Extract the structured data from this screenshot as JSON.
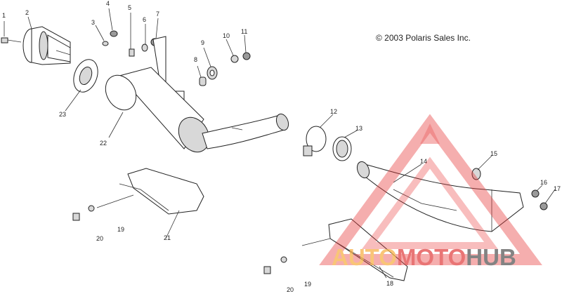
{
  "copyright": "© 2003 Polaris Sales Inc.",
  "watermark": {
    "part1": "AUTO",
    "part2": "MOTO",
    "part3": "HUB",
    "colors": {
      "auto": "#f7b24a",
      "moto": "#e24747",
      "hub": "#5a5a5a",
      "triangle": "#e83b3b"
    }
  },
  "callouts": {
    "c1": "1",
    "c2": "2",
    "c3": "3",
    "c4": "4",
    "c5": "5",
    "c6": "6",
    "c7": "7",
    "c8": "8",
    "c9": "9",
    "c10": "10",
    "c11": "11",
    "c12": "12",
    "c13": "13",
    "c14": "14",
    "c15": "15",
    "c16": "16",
    "c17": "17",
    "c18": "18",
    "c19a": "19",
    "c19b": "19",
    "c20a": "20",
    "c20b": "20",
    "c21": "21",
    "c22": "22",
    "c23": "23"
  }
}
